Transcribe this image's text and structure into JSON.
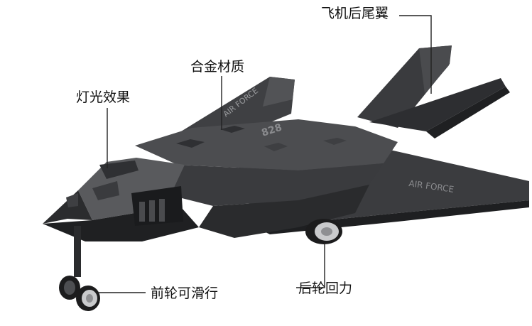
{
  "labels": {
    "tail_fin": "飞机后尾翼",
    "alloy_material": "合金材质",
    "light_effect": "灯光效果",
    "front_wheel": "前轮可滑行",
    "rear_wheel": "后轮回力"
  },
  "aircraft": {
    "wing_marking": "AIR FORCE",
    "left_wing_marking": "AIR FORCE",
    "nose_number": "828"
  },
  "colors": {
    "background": "#ffffff",
    "body_dark": "#2b2b2d",
    "body_mid": "#4a4b4e",
    "body_light": "#6c6d70",
    "leader_line": "#222222",
    "label_text": "#111111"
  }
}
